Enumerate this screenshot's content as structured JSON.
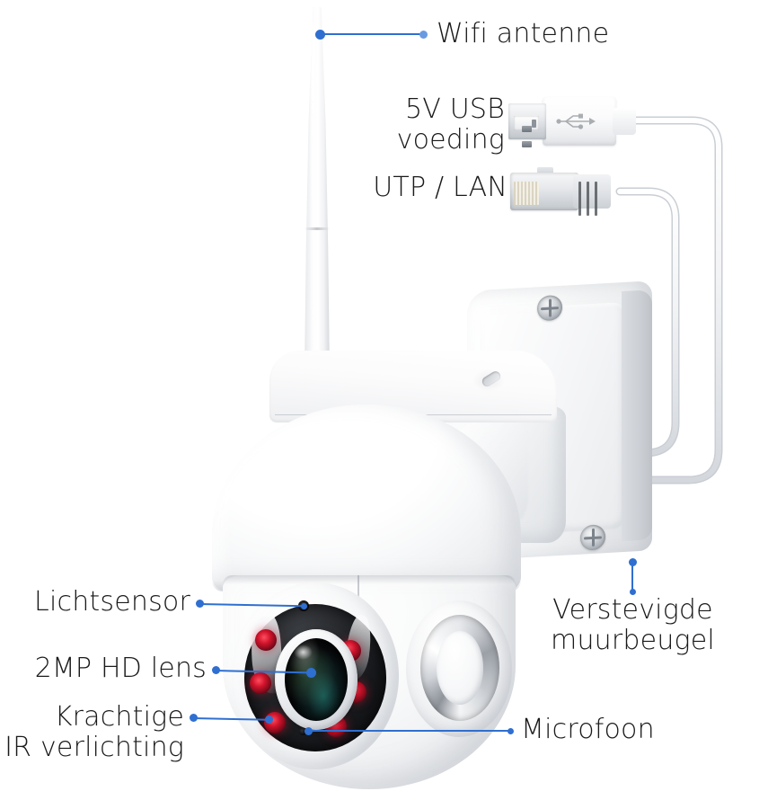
{
  "page": {
    "title": "Wifi IP camera onderdelen overzicht",
    "language": "nl",
    "background_color": "#ffffff",
    "accent_color": "#2f6fd0",
    "text_color": "#1a1a1a",
    "led_color": "#d0142c"
  },
  "annotations": [
    {
      "id": "wifi-antenne",
      "label": "Wifi antenne",
      "align": "left",
      "points_to": "antenna-tip"
    },
    {
      "id": "usb-voeding",
      "label": "5V USB\nvoeding",
      "align": "right",
      "points_to": "usb-connector"
    },
    {
      "id": "utp-lan",
      "label": "UTP / LAN",
      "align": "right",
      "points_to": "rj45-connector"
    },
    {
      "id": "verstevigde-muurbeugel",
      "label": "Verstevigde\nmuurbeugel",
      "align": "center",
      "points_to": "wall-bracket"
    },
    {
      "id": "lichtsensor",
      "label": "Lichtsensor",
      "align": "right",
      "points_to": "light-sensor"
    },
    {
      "id": "lens",
      "label": "2MP HD lens",
      "align": "right",
      "points_to": "camera-lens"
    },
    {
      "id": "ir-verlichting",
      "label": "Krachtige\nIR verlichting",
      "align": "right",
      "points_to": "ir-led"
    },
    {
      "id": "microfoon",
      "label": "Microfoon",
      "align": "left",
      "points_to": "microphone-hole"
    }
  ],
  "product": {
    "type": "ptz-wifi-ip-camera",
    "ir_led_count": 6,
    "bracket_screw_count": 2,
    "cables": [
      "5V USB voeding",
      "UTP / LAN"
    ],
    "connectors": {
      "usb": "USB-A",
      "lan": "RJ45"
    }
  }
}
